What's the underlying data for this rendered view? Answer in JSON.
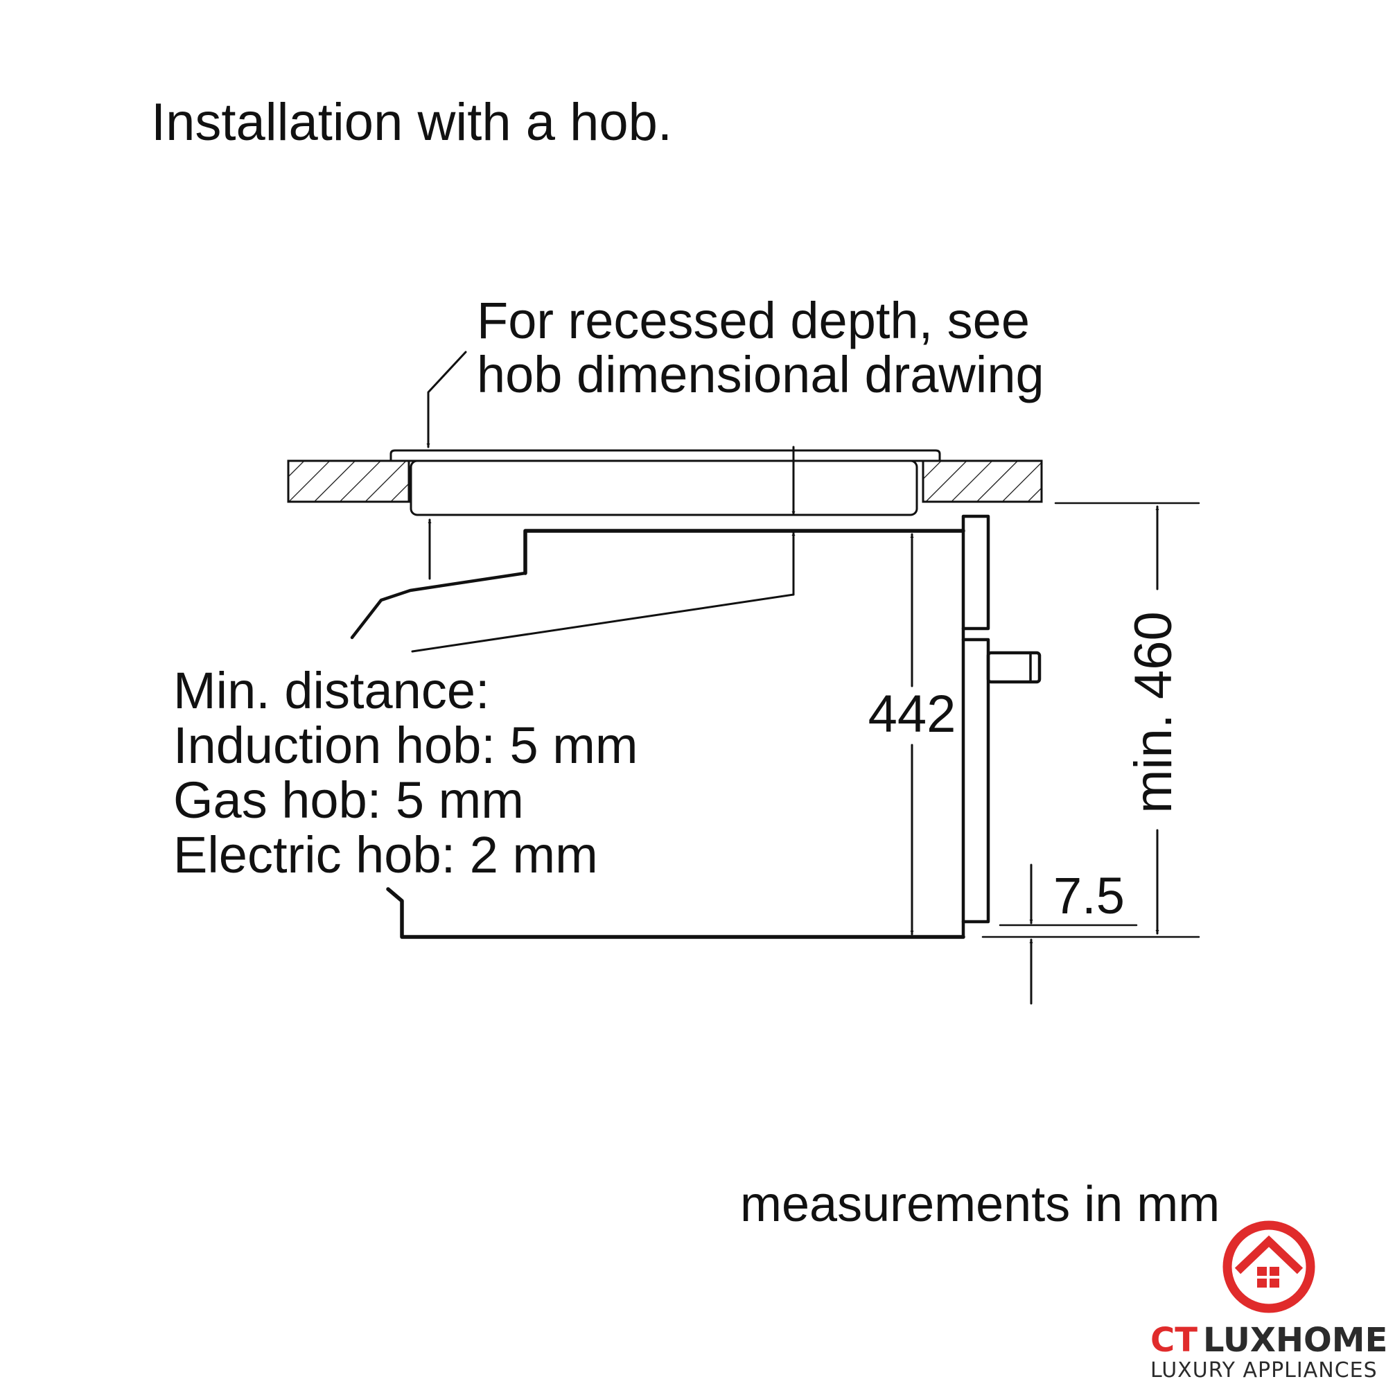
{
  "title": "Installation with a hob.",
  "callout": {
    "line1": "For recessed depth, see",
    "line2": "hob dimensional drawing"
  },
  "min_distance": {
    "heading": "Min. distance:",
    "items": [
      "Induction hob: 5 mm",
      "Gas hob: 5 mm",
      "Electric hob: 2 mm"
    ]
  },
  "dimensions": {
    "appliance_height": "442",
    "cutout_height": "min. 460",
    "bottom_offset": "7.5"
  },
  "units_note": "measurements in mm",
  "logo": {
    "brand_ct": "CT",
    "brand_lux": "LUXHOME",
    "tagline": "LUXURY APPLIANCES"
  },
  "colors": {
    "line": "#111111",
    "logo_red": "#e02b2b",
    "logo_dark": "#2b2b2b"
  }
}
